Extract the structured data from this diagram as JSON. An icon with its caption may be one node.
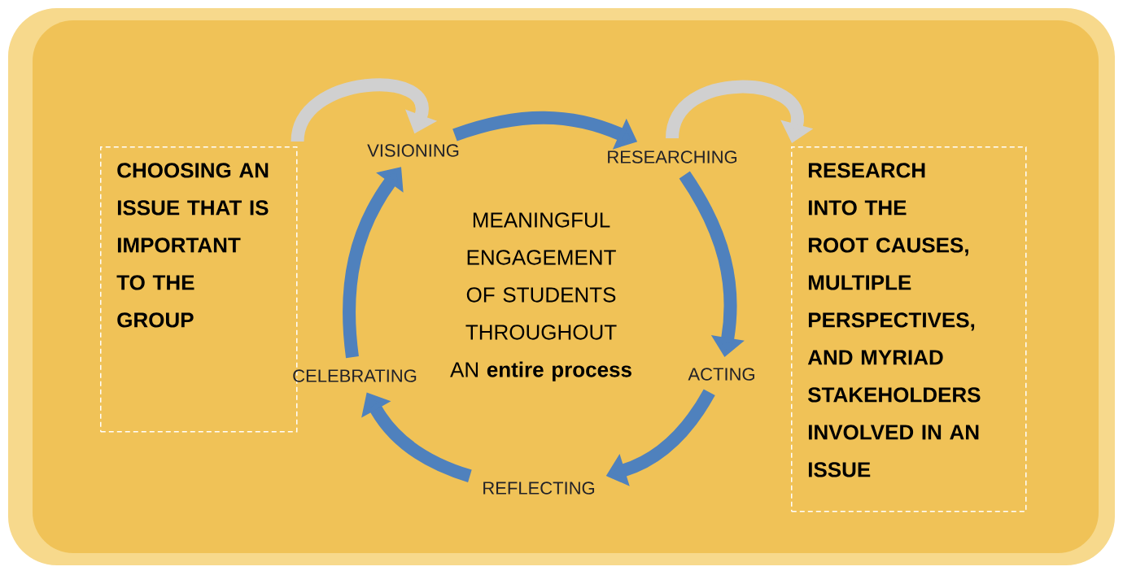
{
  "diagram": {
    "nodes": [
      {
        "text": [
          "CHOOSING AN ISSUE THAT IS IMPORTANT TO THE GROUP"
        ]
      },
      {
        "text": [
          "VISIONING"
        ]
      },
      {
        "text": [
          "RESEARCHING"
        ]
      },
      {
        "text": [
          "RESEARCH INTO THE ROOT CAUSES, MULTIPLE PERSPECTIVES, AND MYRIAD STAKEHOLDERS INVOLVED IN AN ISSUE"
        ]
      },
      {
        "text": [
          "MEANINGFUL ENGAGEMENT OF STUDENTS THROUGHOUT AN **entire process**"
        ]
      },
      {
        "text": [
          "CELEBRATING"
        ]
      },
      {
        "text": [
          "ACTING"
        ]
      },
      {
        "text": [
          "REFLECTING"
        ]
      }
    ],
    "edges": [
      {
        "from": 0,
        "to": 1,
        "arrow": "to",
        "color": "#d0d0d0"
      },
      {
        "from": 1,
        "to": 2,
        "arrow": "to"
      },
      {
        "from": 2,
        "to": 3,
        "arrow": "to",
        "color": "#d0d0d0"
      },
      {
        "from": 2,
        "to": 6,
        "arrow": "to"
      },
      {
        "from": 6,
        "to": 7,
        "arrow": "to"
      },
      {
        "from": 7,
        "to": 5,
        "arrow": "to"
      },
      {
        "from": 5,
        "to": 1,
        "arrow": "to"
      }
    ]
  }
}
